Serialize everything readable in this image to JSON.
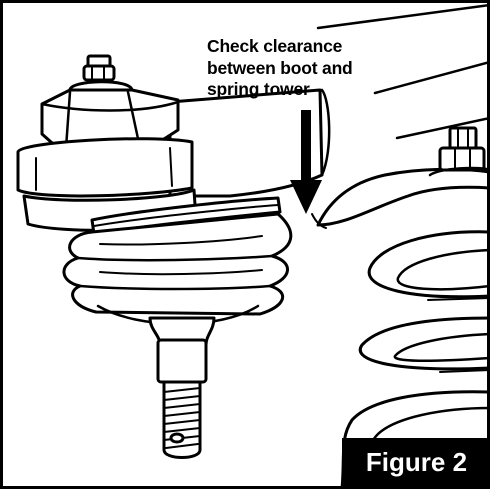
{
  "callout": {
    "line1": "Check clearance",
    "line2": "between boot and",
    "line3": "spring tower"
  },
  "figure_label": "Figure 2",
  "colors": {
    "ink": "#000000",
    "paper": "#ffffff",
    "badge_background": "#000000",
    "badge_text": "#ffffff"
  }
}
